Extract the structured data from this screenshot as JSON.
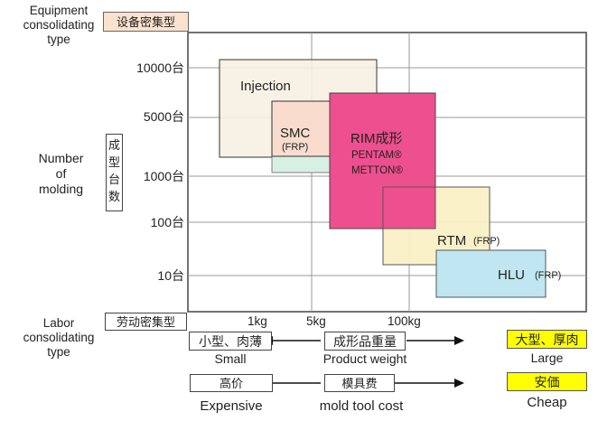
{
  "equipment_axis": {
    "label": "Equipment\nconsolidating\ntype",
    "tag": "设备密集型"
  },
  "y_axis": {
    "label": "Number\nof\nmolding",
    "vertical_tag": [
      "成",
      "型",
      "台",
      "数"
    ],
    "ticks": [
      "10000台",
      "5000台",
      "1000台",
      "100台",
      "10台"
    ]
  },
  "labor_axis": {
    "label": "Labor\nconsolidating\ntype",
    "tag": "劳动密集型"
  },
  "x_ticks": [
    "1kg",
    "5kg",
    "100kg"
  ],
  "regions": {
    "injection": {
      "label": "Injection",
      "fill": "#f7efe2"
    },
    "smc": {
      "label": "SMC",
      "sub": "(FRP)",
      "fill": "#f9dccd"
    },
    "rim": {
      "label": "RIM成形",
      "sub1": "PENTAM®",
      "sub2": "METTON®",
      "fill": "#ee4f8e"
    },
    "rtm": {
      "label": "RTM",
      "sub": "(FRP)",
      "fill": "#fbf0c5"
    },
    "hlu": {
      "label": "HLU",
      "sub": "(FRP)",
      "fill": "#bfe6f1"
    },
    "smc_lower_fill": "#d6f0e3"
  },
  "product_weight": {
    "small_tag": "小型、肉薄",
    "small": "Small",
    "center_tag": "成形品重量",
    "center": "Product weight",
    "large_tag": "大型、厚肉",
    "large": "Large"
  },
  "mold_cost": {
    "expensive_tag": "高价",
    "expensive": "Expensive",
    "center_tag": "模具费",
    "center": "mold tool cost",
    "cheap_tag": "安価",
    "cheap": "Cheap"
  },
  "colors": {
    "yellow_tag": "#ffff00",
    "equipment_tag": "#fbe2cd",
    "grid": "#9a9a9a"
  }
}
